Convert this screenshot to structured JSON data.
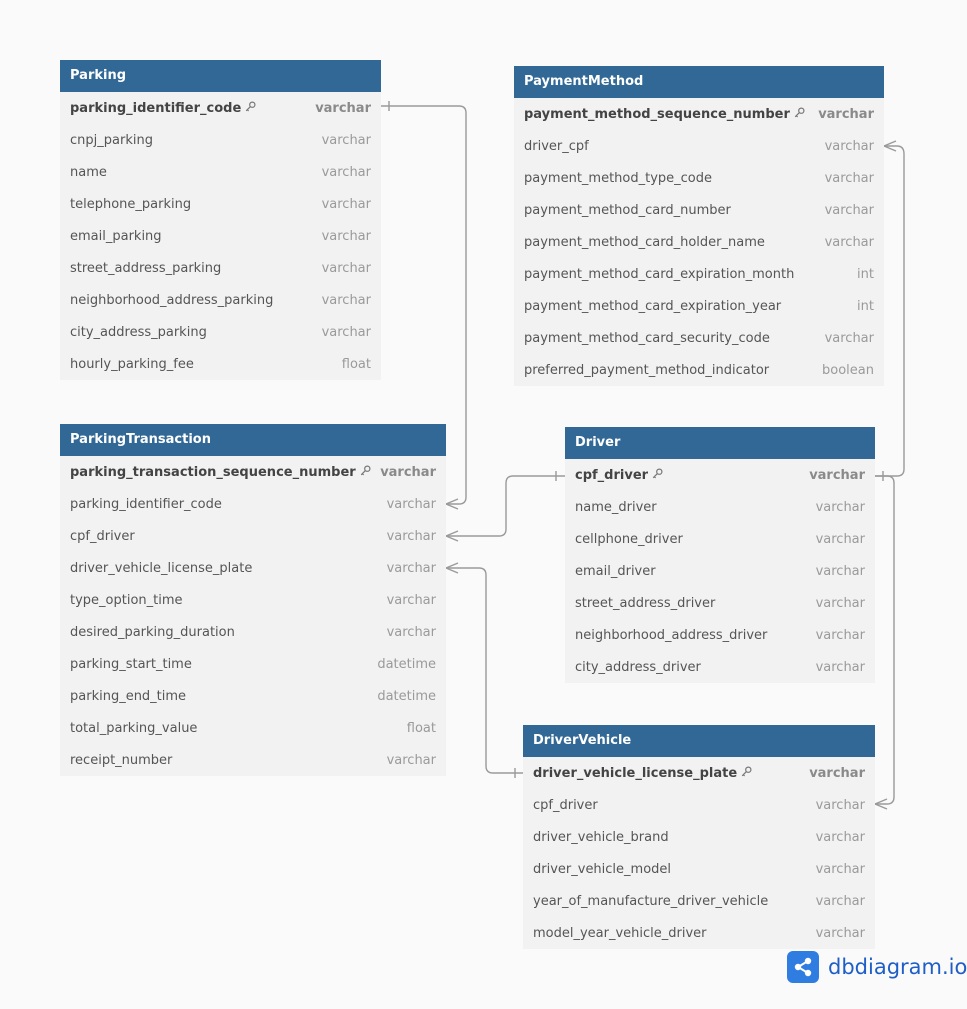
{
  "tables": {
    "parking": {
      "name": "Parking",
      "fields": [
        {
          "name": "parking_identifier_code",
          "type": "varchar",
          "pk": true
        },
        {
          "name": "cnpj_parking",
          "type": "varchar"
        },
        {
          "name": "name",
          "type": "varchar"
        },
        {
          "name": "telephone_parking",
          "type": "varchar"
        },
        {
          "name": "email_parking",
          "type": "varchar"
        },
        {
          "name": "street_address_parking",
          "type": "varchar"
        },
        {
          "name": "neighborhood_address_parking",
          "type": "varchar"
        },
        {
          "name": "city_address_parking",
          "type": "varchar"
        },
        {
          "name": "hourly_parking_fee",
          "type": "float"
        }
      ]
    },
    "payment_method": {
      "name": "PaymentMethod",
      "fields": [
        {
          "name": "payment_method_sequence_number",
          "type": "varchar",
          "pk": true
        },
        {
          "name": "driver_cpf",
          "type": "varchar"
        },
        {
          "name": "payment_method_type_code",
          "type": "varchar"
        },
        {
          "name": "payment_method_card_number",
          "type": "varchar"
        },
        {
          "name": "payment_method_card_holder_name",
          "type": "varchar"
        },
        {
          "name": "payment_method_card_expiration_month",
          "type": "int"
        },
        {
          "name": "payment_method_card_expiration_year",
          "type": "int"
        },
        {
          "name": "payment_method_card_security_code",
          "type": "varchar"
        },
        {
          "name": "preferred_payment_method_indicator",
          "type": "boolean"
        }
      ]
    },
    "parking_transaction": {
      "name": "ParkingTransaction",
      "fields": [
        {
          "name": "parking_transaction_sequence_number",
          "type": "varchar",
          "pk": true
        },
        {
          "name": "parking_identifier_code",
          "type": "varchar"
        },
        {
          "name": "cpf_driver",
          "type": "varchar"
        },
        {
          "name": "driver_vehicle_license_plate",
          "type": "varchar"
        },
        {
          "name": "type_option_time",
          "type": "varchar"
        },
        {
          "name": "desired_parking_duration",
          "type": "varchar"
        },
        {
          "name": "parking_start_time",
          "type": "datetime"
        },
        {
          "name": "parking_end_time",
          "type": "datetime"
        },
        {
          "name": "total_parking_value",
          "type": "float"
        },
        {
          "name": "receipt_number",
          "type": "varchar"
        }
      ]
    },
    "driver": {
      "name": "Driver",
      "fields": [
        {
          "name": "cpf_driver",
          "type": "varchar",
          "pk": true
        },
        {
          "name": "name_driver",
          "type": "varchar"
        },
        {
          "name": "cellphone_driver",
          "type": "varchar"
        },
        {
          "name": "email_driver",
          "type": "varchar"
        },
        {
          "name": "street_address_driver",
          "type": "varchar"
        },
        {
          "name": "neighborhood_address_driver",
          "type": "varchar"
        },
        {
          "name": "city_address_driver",
          "type": "varchar"
        }
      ]
    },
    "driver_vehicle": {
      "name": "DriverVehicle",
      "fields": [
        {
          "name": "driver_vehicle_license_plate",
          "type": "varchar",
          "pk": true
        },
        {
          "name": "cpf_driver",
          "type": "varchar"
        },
        {
          "name": "driver_vehicle_brand",
          "type": "varchar"
        },
        {
          "name": "driver_vehicle_model",
          "type": "varchar"
        },
        {
          "name": "year_of_manufacture_driver_vehicle",
          "type": "varchar"
        },
        {
          "name": "model_year_vehicle_driver",
          "type": "varchar"
        }
      ]
    }
  },
  "relationships": [
    {
      "from": "parking.parking_identifier_code",
      "to": "parking_transaction.parking_identifier_code",
      "cardinality": "one-to-many"
    },
    {
      "from": "driver.cpf_driver",
      "to": "parking_transaction.cpf_driver",
      "cardinality": "one-to-many"
    },
    {
      "from": "driver.cpf_driver",
      "to": "payment_method.driver_cpf",
      "cardinality": "one-to-many"
    },
    {
      "from": "driver.cpf_driver",
      "to": "driver_vehicle.cpf_driver",
      "cardinality": "one-to-many"
    },
    {
      "from": "driver_vehicle.driver_vehicle_license_plate",
      "to": "parking_transaction.driver_vehicle_license_plate",
      "cardinality": "one-to-many"
    }
  ],
  "colors": {
    "header_bg": "#316896",
    "header_text": "#ffffff",
    "body_bg": "#f2f2f2",
    "edge": "#9a9a9a",
    "brand": "#2f7de1"
  },
  "brand": {
    "name": "dbdiagram.io",
    "icon": "share-icon"
  }
}
